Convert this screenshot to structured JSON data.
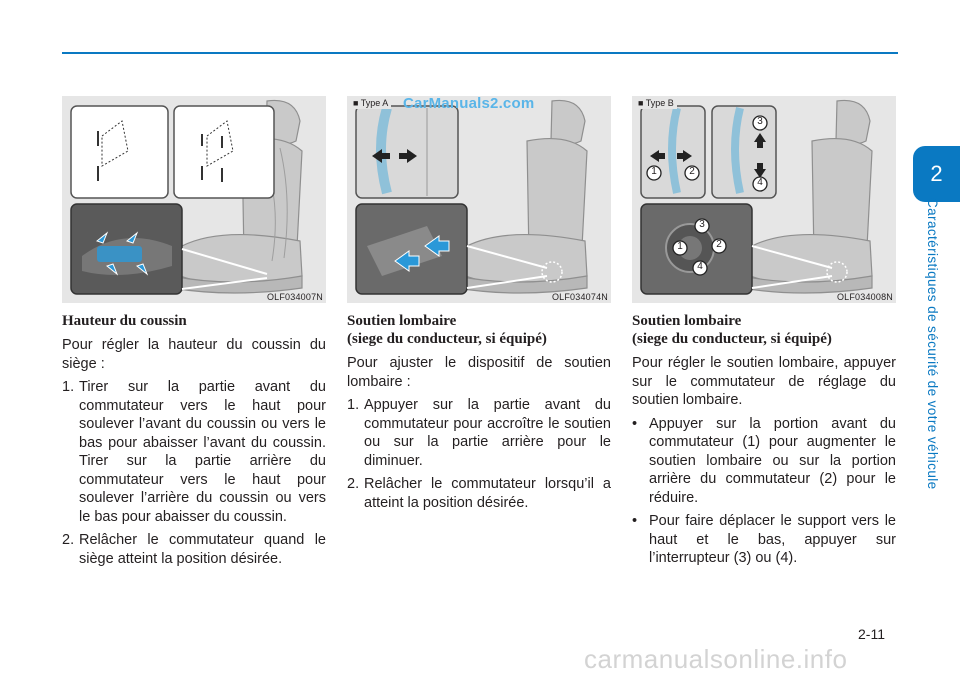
{
  "header": {
    "accent_color": "#0a79c2"
  },
  "side_tab": {
    "chapter_number": "2",
    "chapter_title": "Caractéristiques de sécurité de votre véhicule"
  },
  "columns": [
    {
      "figure": {
        "code": "OLF034007N",
        "type_label": ""
      },
      "heading_line1": "Hauteur du coussin",
      "heading_line2": "",
      "intro": "Pour régler la hauteur du coussin du siège :",
      "items": [
        {
          "marker": "1.",
          "text": "Tirer sur la partie avant du commutateur vers le haut pour soulever l’avant du coussin ou vers le bas pour abaisser l’avant du coussin. Tirer sur la partie arrière du commutateur vers le haut pour soulever l’arrière du coussin ou vers le bas pour abaisser du coussin."
        },
        {
          "marker": "2.",
          "text": "Relâcher le commutateur quand le siège atteint la position désirée."
        }
      ]
    },
    {
      "figure": {
        "code": "OLF034074N",
        "type_label": "■ Type A",
        "watermark": "CarManuals2.com"
      },
      "heading_line1": "Soutien lombaire",
      "heading_line2": "(siege du conducteur, si équipé)",
      "intro": "Pour ajuster le dispositif de soutien lombaire :",
      "items": [
        {
          "marker": "1.",
          "text": "Appuyer sur la partie avant du commutateur pour accroître le soutien ou sur la partie arrière pour le diminuer."
        },
        {
          "marker": "2.",
          "text": "Relâcher le commutateur lorsqu’il a atteint la position désirée."
        }
      ]
    },
    {
      "figure": {
        "code": "OLF034008N",
        "type_label": "■ Type B",
        "labels": [
          "1",
          "2",
          "3",
          "4"
        ]
      },
      "heading_line1": "Soutien lombaire",
      "heading_line2": "(siege du conducteur, si équipé)",
      "intro": "Pour régler le soutien lombaire, appuyer sur le commutateur de réglage du soutien lombaire.",
      "items": [
        {
          "marker": "•",
          "text": "Appuyer sur la portion avant du commutateur (1) pour augmenter le soutien lombaire ou sur la portion arrière du commutateur (2) pour le réduire."
        },
        {
          "marker": "•",
          "text": "Pour faire déplacer le support vers le haut et le bas, appuyer sur l’interrupteur (3) ou (4)."
        }
      ]
    }
  ],
  "footer": {
    "page_number": "2-11",
    "watermark": "carmanualsonline.info"
  }
}
